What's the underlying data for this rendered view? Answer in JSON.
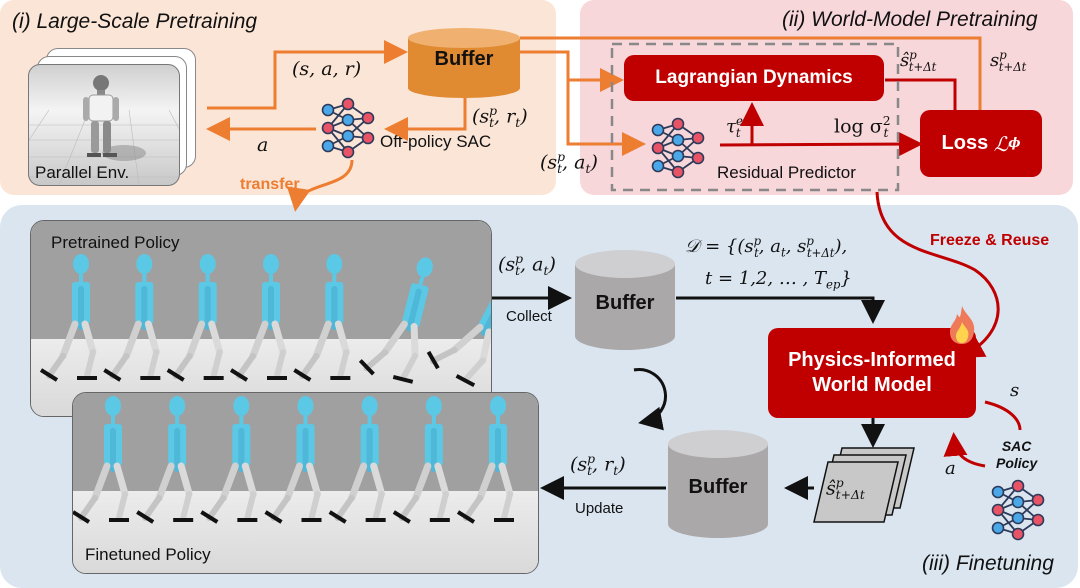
{
  "panels": {
    "pretraining": {
      "title": "(i) Large-Scale Pretraining"
    },
    "world_model": {
      "title": "(ii) World-Model Pretraining"
    },
    "finetuning": {
      "title": "(iii) Finetuning"
    }
  },
  "stage1": {
    "env_label": "Parallel Env.",
    "buffer_label": "Buffer",
    "sac_label": "Off-policy SAC",
    "edge_sar": "(s, a, r)",
    "edge_action": "a",
    "edge_state_reward": {
      "base": "(s",
      "sup": "p",
      "sub": "t",
      "rest": ", r",
      "rest_sub": "t",
      "close": ")"
    },
    "transfer_label": "transfer"
  },
  "stage2": {
    "lagrangian_label": "Lagrangian Dynamics",
    "residual_label": "Residual Predictor",
    "loss_label": "Loss",
    "loss_symbol": "ℒ",
    "loss_sub": "ϕ",
    "edge_pred_state": {
      "base": "ŝ",
      "sup": "p",
      "sub": "t+Δt"
    },
    "edge_true_state": {
      "base": "s",
      "sup": "p",
      "sub": "t+Δt"
    },
    "edge_torque": {
      "base": "τ",
      "sup": "e",
      "sub": "t"
    },
    "edge_logvar": {
      "base": "log σ",
      "sup": "2",
      "sub": "t"
    },
    "edge_state_action": {
      "base": "(s",
      "sup": "p",
      "sub": "t",
      "rest": ", a",
      "rest_sub": "t",
      "close": ")"
    }
  },
  "stage3": {
    "pretrained_caption": "Pretrained Policy",
    "finetuned_caption": "Finetuned Policy",
    "collect_label": "Collect",
    "update_label": "Update",
    "buffer_label": "Buffer",
    "buffer2_label": "Buffer",
    "world_model_label_line1": "Physics-Informed",
    "world_model_label_line2": "World Model",
    "freeze_label": "Freeze & Reuse",
    "sac_policy_line1": "SAC",
    "sac_policy_line2": "Policy",
    "edge_s": "s",
    "edge_a": "a",
    "dataset_line1": "𝒟 = {(s",
    "dataset_line1_sup": "p",
    "dataset_line1_sub": "t",
    "dataset_line1_mid": ", a",
    "dataset_line1_mid_sub": "t",
    "dataset_line1_mid2": ", s",
    "dataset_line1_sup2": "p",
    "dataset_line1_sub2": "t+Δt",
    "dataset_line1_end": "),",
    "dataset_line2": "t = 1,2, … , T",
    "dataset_line2_sub": "ep",
    "dataset_line2_end": "}",
    "edge_collect": {
      "base": "(s",
      "sup": "p",
      "sub": "t",
      "rest": ", a",
      "rest_sub": "t",
      "close": ")"
    },
    "edge_update": {
      "base": "(s",
      "sup": "p",
      "sub": "t",
      "rest": ", r",
      "rest_sub": "t",
      "close": ")"
    },
    "imagined_state": {
      "base": "ŝ",
      "sup": "p",
      "sub": "t+Δt"
    },
    "robot_count_pretrained": 7,
    "robot_count_finetuned": 7
  },
  "colors": {
    "orange": "#ed7d31",
    "dark_red": "#c00000",
    "robot_cyan": "#5bc8e6",
    "panel1_bg": "#fbe5d6",
    "panel2_bg": "#f8d7da",
    "panel3_bg": "#dae5f0"
  }
}
